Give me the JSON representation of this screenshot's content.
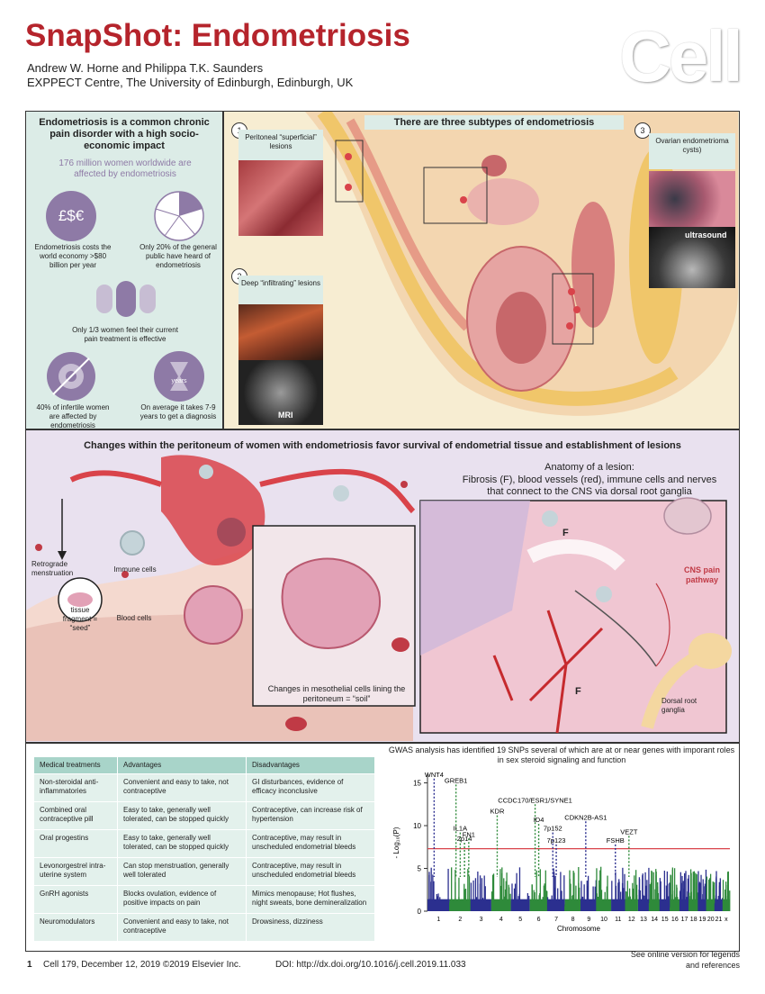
{
  "header": {
    "title": "SnapShot: Endometriosis",
    "authors": "Andrew W. Horne and Philippa T.K. Saunders",
    "affiliation": "EXPPECT Centre, The University of Edinburgh, Edinburgh, UK",
    "logo": "Cell"
  },
  "left_panel": {
    "heading": "Endometriosis is a common chronic pain disorder with a high socio-economic impact",
    "subheading": "176 million women worldwide are affected by endometriosis",
    "cost_symbols": "£$€",
    "facts": [
      "Endometriosis costs the world economy >$80 billion per year",
      "Only 20% of the general public have heard of endometriosis",
      "Only 1/3 women feel their current pain treatment is effective",
      "40% of infertile women are affected by endometriosis",
      "On average it takes 7-9 years to get a diagnosis"
    ],
    "hourglass_label": "years",
    "colors": {
      "purple": "#8e7aa6",
      "panel": "#dcece7"
    }
  },
  "subtypes_panel": {
    "heading": "There are three subtypes of endometriosis",
    "subtypes": [
      {
        "number": "1",
        "label": "Peritoneal “superficial” lesions"
      },
      {
        "number": "2",
        "label": "Deep “infiltrating” lesions"
      },
      {
        "number": "3",
        "label": "Ovarian endometrioma cysts)"
      }
    ],
    "image_labels": {
      "mri": "MRI",
      "ultrasound": "ultrasound"
    }
  },
  "middle_panel": {
    "heading": "Changes within the peritoneum of women with endometriosis favor survival of endometrial tissue and establishment of lesions",
    "labels": {
      "retrograde": "Retrograde menstruation",
      "immune": "Immune cells",
      "blood": "Blood cells",
      "seed": "tissue fragment = “seed”",
      "soil": "Changes in mesothelial cells lining the peritoneum = “soil”",
      "anatomy_title": "Anatomy of a lesion:",
      "anatomy_desc": "Fibrosis (F), blood vessels (red), immune cells and nerves that connect to the CNS via dorsal root ganglia",
      "f": "F",
      "cns": "CNS pain pathway",
      "drg": "Dorsal root ganglia"
    }
  },
  "treatments": {
    "headers": [
      "Medical treatments",
      "Advantages",
      "Disadvantages"
    ],
    "rows": [
      [
        "Non-steroidal anti-inflammatories",
        "Convenient and easy to take, not contraceptive",
        "GI disturbances, evidence of efficacy inconclusive"
      ],
      [
        "Combined oral contraceptive pill",
        "Easy to take, generally well tolerated, can be stopped quickly",
        "Contraceptive, can increase risk of hypertension"
      ],
      [
        "Oral progestins",
        "Easy to take, generally well tolerated, can be stopped quickly",
        "Contraceptive, may result in unscheduled endometrial bleeds"
      ],
      [
        "Levonorgestrel intra-uterine system",
        "Can stop menstruation, generally well tolerated",
        "Contraceptive, may result in unscheduled endometrial bleeds"
      ],
      [
        "GnRH agonists",
        "Blocks ovulation, evidence of positive impacts on pain",
        "Mimics menopause; Hot flushes, night sweats, bone demineralization"
      ],
      [
        "Neuromodulators",
        "Convenient and easy to take, not contraceptive",
        "Drowsiness, dizziness"
      ]
    ]
  },
  "gwas": {
    "title": "GWAS analysis has identified 19 SNPs several of which are at or near genes with imporant roles in sex steroid signaling and function",
    "colors": {
      "odd": "#2b2f8f",
      "even": "#2e8a3a",
      "threshold": "#d9434a"
    }
  },
  "chart_data": {
    "type": "scatter",
    "xlabel": "Chromosome",
    "ylabel": "- Log₁₀(P)",
    "ylim": [
      0,
      16
    ],
    "yticks": [
      0,
      5,
      10,
      15
    ],
    "chromosomes": [
      "1",
      "2",
      "3",
      "4",
      "5",
      "6",
      "7",
      "8",
      "9",
      "10",
      "11",
      "12",
      "13",
      "14",
      "15",
      "16",
      "17",
      "18",
      "19",
      "20",
      "21",
      "x"
    ],
    "significance_threshold": 7.3,
    "annotations": [
      {
        "label": "WNT4",
        "chromosome": "1",
        "y": 15.5
      },
      {
        "label": "GREB1",
        "chromosome": "2",
        "y": 14.8
      },
      {
        "label": "IL1A",
        "chromosome": "2",
        "y": 9.2
      },
      {
        "label": "2p14",
        "chromosome": "2",
        "y": 8.0
      },
      {
        "label": "FN1",
        "chromosome": "2",
        "y": 8.5
      },
      {
        "label": "CCDC170/ESR1/SYNE1",
        "chromosome": "6",
        "y": 12.5
      },
      {
        "label": "KDR",
        "chromosome": "4",
        "y": 11.2
      },
      {
        "label": "ID4",
        "chromosome": "6",
        "y": 10.2
      },
      {
        "label": "7p152",
        "chromosome": "7",
        "y": 9.2
      },
      {
        "label": "7p123",
        "chromosome": "7",
        "y": 7.8
      },
      {
        "label": "CDKN2B-AS1",
        "chromosome": "9",
        "y": 10.5
      },
      {
        "label": "FSHB",
        "chromosome": "11",
        "y": 7.8
      },
      {
        "label": "VEZT",
        "chromosome": "12",
        "y": 8.8
      }
    ]
  },
  "footer": {
    "page": "1",
    "citation": "Cell 179, December 12, 2019 ©2019 Elsevier Inc.",
    "doi": "DOI: http://dx.doi.org/10.1016/j.cell.2019.11.033",
    "online": "See online version for legends and references"
  }
}
